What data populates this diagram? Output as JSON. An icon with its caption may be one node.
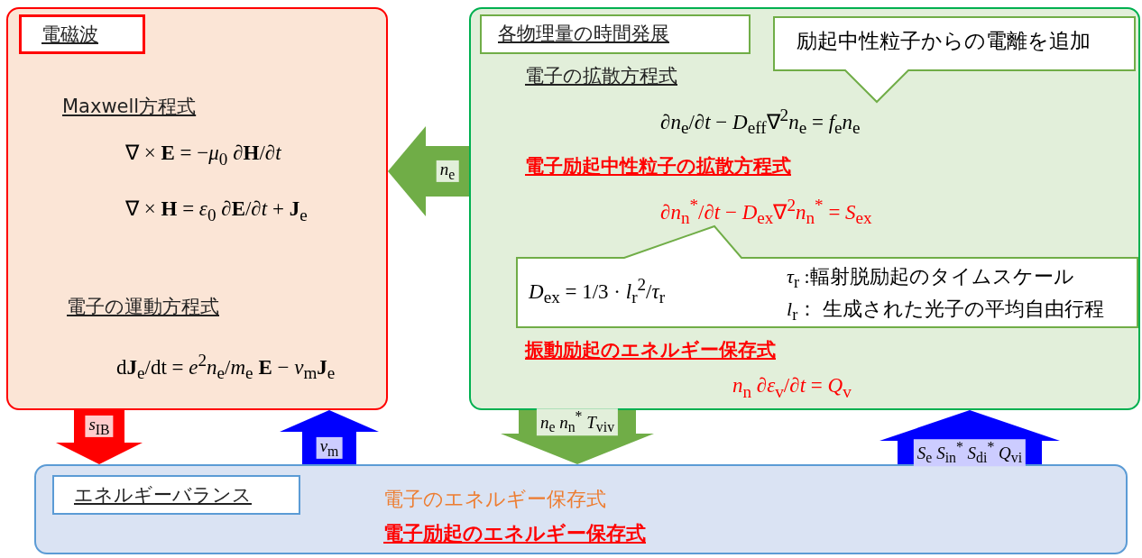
{
  "diagram": {
    "nodes": [
      {
        "text": [
          "Maxwell方程式",
          "∇ × **E** = −*μ*$_{0}$ ∂**H**/∂*t*",
          "∇ × **H** = *ε*$_{0}$ ∂**E**/∂*t* + **J**$_{e}$",
          "電子の運動方程式",
          "d**J**$_{e}$/dt = *e*$^{2}$*n*$_{e}$/*m*$_{e}$ **E** − *ν*$_{m}$**J**$_{e}$"
        ]
      },
      {
        "text": [
          "電磁波"
        ],
        "in": 0
      },
      {
        "text": [
          "電子の拡散方程式",
          "∂*n*$_{e}$/∂*t* − *D*$_{eff}$∇$^{2}$*n*$_{e}$ = *f*$_{e}$*n*$_{e}$",
          "電子励起中性粒子の拡散方程式",
          "∂*n*$_{n}$$^{*}$/∂*t* − *D*$_{ex}$∇$^{2}$*n*$_{n}$$^{*}$ = *S*$_{ex}$",
          "振動励起のエネルギー保存式",
          "*n*$_{n}$ ∂*ε*$_{v}$/∂*t* = *Q*$_{v}$"
        ]
      },
      {
        "text": [
          "各物理量の時間発展"
        ],
        "in": 2
      },
      {
        "text": [
          "励起中性粒子からの電離を追加"
        ],
        "in": 2
      },
      {
        "text": [
          "*D*$_{ex}$ = 1/3 · *l*$_{r}$$^{2}$/*τ*$_{r}$",
          "*τ*$_{r}$ :輻射脱励起のタイムスケール",
          "*l*$_{r}$： 生成された光子の平均自由行程"
        ],
        "in": 2
      },
      {
        "text": [
          "電子のエネルギー保存式",
          "電子励起のエネルギー保存式"
        ]
      },
      {
        "text": [
          "エネルギーバランス"
        ],
        "in": 6
      }
    ],
    "edges": [
      {
        "from": 2,
        "to": 0,
        "arrow": "to",
        "label": "*n*$_{e}$",
        "color": "#70ad47"
      },
      {
        "from": 0,
        "to": 6,
        "arrow": "to",
        "label": "*s*$_{IB}$",
        "color": "#ff0000"
      },
      {
        "from": 6,
        "to": 0,
        "arrow": "to",
        "label": "*ν*$_{m}$",
        "color": "#0000ff"
      },
      {
        "from": 2,
        "to": 6,
        "arrow": "to",
        "label": "*n*$_{e}$ *n*$_{n}$$^{*}$ *T*$_{viv}$",
        "style": "thick",
        "color": "#70ad47"
      },
      {
        "from": 6,
        "to": 2,
        "arrow": "to",
        "label": "*S*$_{e}$ *S*$_{in}$$^{*}$ *S*$_{di}$$^{*}$ *Q*$_{vi}$",
        "style": "thick",
        "color": "#0000ff"
      }
    ]
  }
}
